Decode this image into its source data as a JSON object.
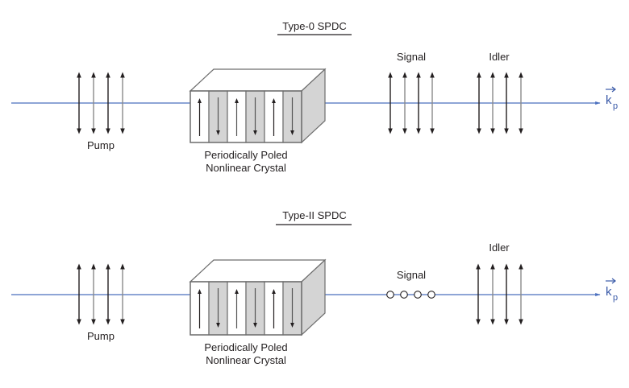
{
  "colors": {
    "beam": "#4a6fbe",
    "arrow_dark": "#231f20",
    "arrow_gray": "#8a8a8a",
    "slab_white": "#ffffff",
    "slab_gray": "#d4d4d4",
    "crystal_side": "#d4d4d4",
    "crystal_edge": "#6d6d6d",
    "k_label": "#3a5aa8"
  },
  "sections": [
    {
      "id": "type-0",
      "title": "Type-0 SPDC",
      "pump_label": "Pump",
      "crystal_label_line1": "Periodically Poled",
      "crystal_label_line2": "Nonlinear Crystal",
      "signal_label": "Signal",
      "idler_label": "Idler",
      "signal_polarization": "vertical",
      "idler_polarization": "vertical",
      "pump_polarization": "vertical",
      "wavevector_label": "k",
      "wavevector_subscript": "p",
      "poling_domains": [
        "up",
        "down",
        "up",
        "down",
        "up",
        "down"
      ]
    },
    {
      "id": "type-2",
      "title": "Type-II SPDC",
      "pump_label": "Pump",
      "crystal_label_line1": "Periodically Poled",
      "crystal_label_line2": "Nonlinear Crystal",
      "signal_label": "Signal",
      "idler_label": "Idler",
      "signal_polarization": "horizontal",
      "idler_polarization": "vertical",
      "pump_polarization": "vertical",
      "wavevector_label": "k",
      "wavevector_subscript": "p",
      "poling_domains": [
        "up",
        "down",
        "up",
        "down",
        "up",
        "down"
      ]
    }
  ]
}
